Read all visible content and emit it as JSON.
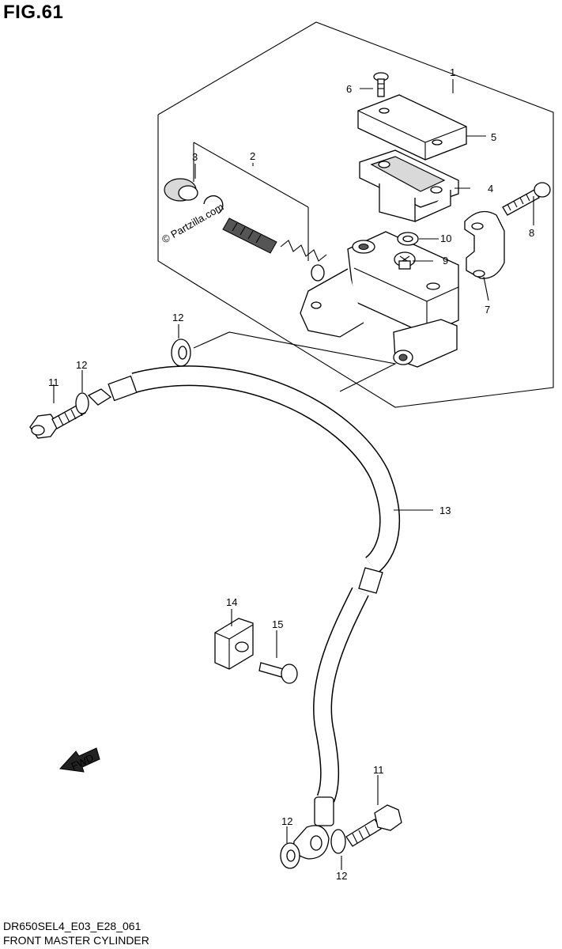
{
  "figure_title": "FIG.61",
  "model_code": "DR650SEL4_E03_E28_061",
  "caption": "FRONT MASTER CYLINDER",
  "watermark": "© Partzilla.com",
  "fwd_label": "FWD",
  "callouts": {
    "c1": "1",
    "c2": "2",
    "c3": "3",
    "c4": "4",
    "c5": "5",
    "c6": "6",
    "c7": "7",
    "c8": "8",
    "c9": "9",
    "c10": "10",
    "c11a": "11",
    "c11b": "11",
    "c12a": "12",
    "c12b": "12",
    "c12c": "12",
    "c12d": "12",
    "c13": "13",
    "c14": "14",
    "c15": "15"
  }
}
